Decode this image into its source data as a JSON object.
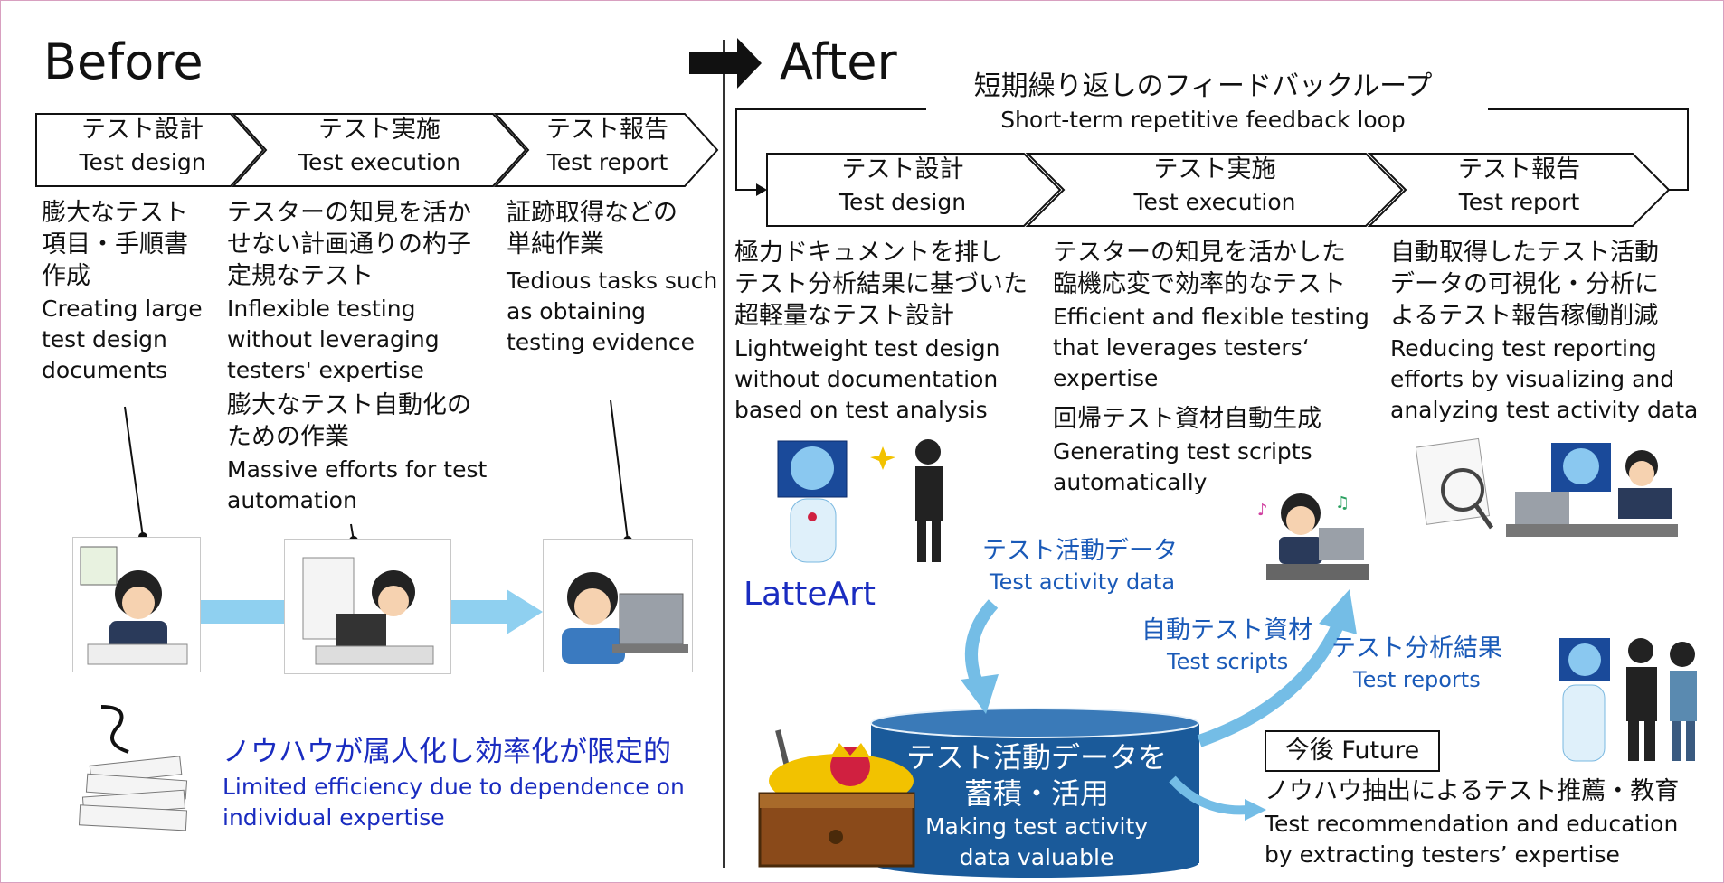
{
  "before": {
    "heading": "Before",
    "steps": [
      {
        "jp": "テスト設計",
        "en": "Test design"
      },
      {
        "jp": "テスト実施",
        "en": "Test execution"
      },
      {
        "jp": "テスト報告",
        "en": "Test report"
      }
    ],
    "col1": {
      "jp": [
        "膨大なテスト",
        "項目・手順書",
        "作成"
      ],
      "en": [
        "Creating large",
        "test design",
        "documents"
      ]
    },
    "col2": {
      "jp": [
        "テスターの知見を活か",
        "せない計画通りの杓子",
        "定規なテスト"
      ],
      "en": [
        "Inflexible testing",
        "without leveraging",
        "testers' expertise"
      ],
      "jp2": [
        "膨大なテスト自動化の",
        "ための作業"
      ],
      "en2": [
        "Massive efforts for test",
        "automation"
      ]
    },
    "col3": {
      "jp": [
        "証跡取得などの",
        "単純作業"
      ],
      "en": [
        "Tedious tasks such",
        "as obtaining",
        "testing evidence"
      ]
    },
    "problem": {
      "jp": "ノウハウが属人化し効率化が限定的",
      "en": [
        "Limited efficiency due to dependence on",
        "individual expertise"
      ]
    }
  },
  "after": {
    "heading": "After",
    "loop": {
      "jp": "短期繰り返しのフィードバックループ",
      "en": "Short-term repetitive feedback loop"
    },
    "steps": [
      {
        "jp": "テスト設計",
        "en": "Test design"
      },
      {
        "jp": "テスト実施",
        "en": "Test execution"
      },
      {
        "jp": "テスト報告",
        "en": "Test report"
      }
    ],
    "col1": {
      "jp": [
        "極力ドキュメントを排し",
        "テスト分析結果に基づいた",
        "超軽量なテスト設計"
      ],
      "en": [
        "Lightweight test design",
        "without documentation",
        "based on test analysis"
      ]
    },
    "col2": {
      "jp": [
        "テスターの知見を活かした",
        "臨機応変で効率的なテスト"
      ],
      "en": [
        "Efficient and flexible testing",
        "that leverages testers‘",
        "expertise"
      ],
      "jp2": "回帰テスト資材自動生成",
      "en2": [
        "Generating test scripts",
        "automatically"
      ]
    },
    "col3": {
      "jp": [
        "自動取得したテスト活動",
        "データの可視化・分析に",
        "よるテスト報告稼働削減"
      ],
      "en": [
        "Reducing test reporting",
        "efforts by visualizing and",
        "analyzing test activity data"
      ]
    },
    "latteart": "LatteArt",
    "flow": {
      "activity": {
        "jp": "テスト活動データ",
        "en": "Test activity data"
      },
      "scripts": {
        "jp": "自動テスト資材",
        "en": "Test scripts"
      },
      "reports": {
        "jp": "テスト分析結果",
        "en": "Test reports"
      }
    },
    "store": {
      "jp": [
        "テスト活動データを",
        "蓄積・活用"
      ],
      "en": [
        "Making test activity",
        "data valuable"
      ]
    },
    "future": {
      "label": "今後 Future",
      "jp": "ノウハウ抽出によるテスト推薦・教育",
      "en": [
        "Test recommendation and education",
        "by extracting testers’ expertise"
      ]
    }
  },
  "colors": {
    "arrow": "#8fd0f0",
    "store": "#1a5a9a",
    "blue_text": "#1a2cc0",
    "flow_arrow": "#74bde6"
  }
}
